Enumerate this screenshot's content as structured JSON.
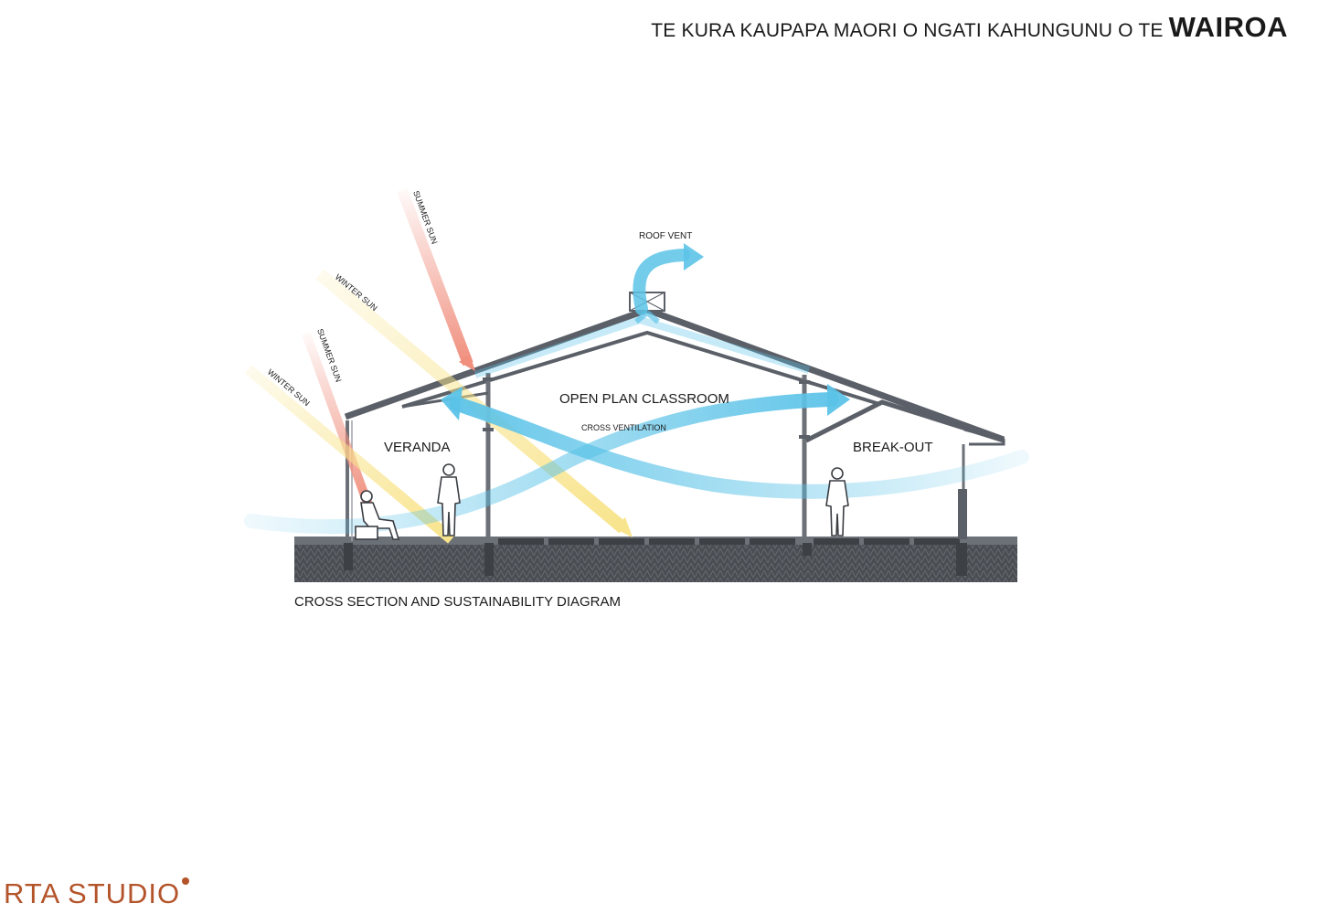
{
  "header": {
    "title_prefix": "TE KURA KAUPAPA MAORI O NGATI KAHUNGUNU O TE",
    "title_bold": "WAIROA"
  },
  "diagram": {
    "caption": "CROSS SECTION AND SUSTAINABILITY DIAGRAM",
    "labels": {
      "roof_vent": "ROOF VENT",
      "classroom": "OPEN PLAN CLASSROOM",
      "cross_ventilation": "CROSS VENTILATION",
      "veranda": "VERANDA",
      "break_out": "BREAK-OUT",
      "summer_sun_1": "SUMMER SUN",
      "winter_sun_1": "WINTER SUN",
      "summer_sun_2": "SUMMER SUN",
      "winter_sun_2": "WINTER SUN"
    },
    "colors": {
      "summer_sun": "#f08f7e",
      "winter_sun": "#f8e48c",
      "ventilation": "#5cc3e8",
      "structure": "#5b6068",
      "ground": "#4a4d52"
    }
  },
  "footer": {
    "brand": "RTA STUDIO"
  }
}
